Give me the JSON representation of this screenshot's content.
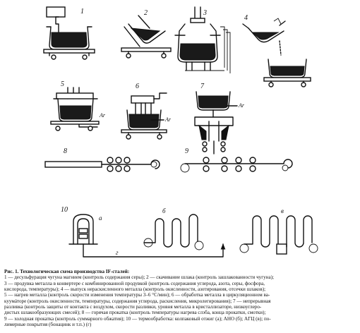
{
  "figure": {
    "panel_numbers": [
      "1",
      "2",
      "3",
      "4",
      "5",
      "6",
      "7",
      "8",
      "9",
      "10"
    ],
    "gas_label": "Ar",
    "winding_letters": [
      "a",
      "б",
      "в",
      "г"
    ]
  },
  "caption": {
    "title": "Рис. 1. Технологическая схема производства IF-сталей:",
    "lines": [
      "1 — десульфурация чугуна магнием (контроль содержания серы); 2 — скачивание шлака (контроль зашлакованности чугуна);",
      "3 — продувка металла в конвертере с комбинированной продувкой (контроль содержания углерода, азота, серы, фосфора,",
      "кислорода, температуры); 4 — выпуск нераскисленного металла (контроль окисленности, азотирования, отсечки шлаков);",
      "5 — нагрев металла (контроль скорости изменения температуры 3–6 °С/мин); 6 — обработка металла в циркуляционном ва-",
      "куумáторе (контроль окисленности, температуры, содержания углерода, раскисления, микролегирования); 7 — непрерывная",
      "разливка (контроль защиты от контакта с воздухом, скорости разливки, уровня металла в кристаллизаторе, низкоуглеро-",
      "дистых шлакообразующих смесей); 8 — горячая прокатка (контроль температуры нагрева слэба, конца прокатки, смотки);",
      "9 — холодная прокатка (контроль суммарного обжатия); 10 — термообработка: колпаковый отжиг (а); АНО (б); АГЦ (в); по-",
      "лимерные покрытия (бонацинк и т.п.) (г)"
    ]
  }
}
